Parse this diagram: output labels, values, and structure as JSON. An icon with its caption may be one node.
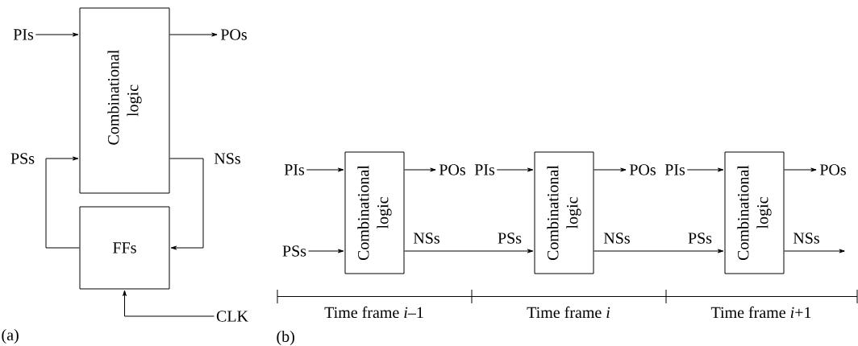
{
  "diagram": {
    "nodes": [
      {
        "text": [
          "Combinational logic"
        ]
      },
      {
        "text": [
          "FFs"
        ]
      },
      {
        "text": [
          "PIs"
        ]
      },
      {
        "text": [
          "POs"
        ]
      },
      {
        "text": [
          "CLK"
        ]
      },
      {
        "text": [
          "PIs"
        ]
      },
      {
        "text": [
          "PSs"
        ]
      },
      {
        "text": [
          "Combinational logic"
        ]
      },
      {
        "text": [
          "POs"
        ]
      },
      {
        "text": [
          "PIs"
        ]
      },
      {
        "text": [
          "Combinational logic"
        ]
      },
      {
        "text": [
          "POs"
        ]
      },
      {
        "text": [
          "PIs"
        ]
      },
      {
        "text": [
          "Combinational logic"
        ]
      },
      {
        "text": [
          "POs"
        ]
      }
    ],
    "edges": [
      {
        "from": 2,
        "to": 0,
        "arrow": "to"
      },
      {
        "from": 0,
        "to": 3,
        "arrow": "to"
      },
      {
        "from": 1,
        "to": 0,
        "arrow": "to",
        "label": "PSs"
      },
      {
        "from": 0,
        "to": 1,
        "arrow": "to",
        "label": "NSs"
      },
      {
        "from": 4,
        "to": 1,
        "arrow": "to"
      },
      {
        "from": 5,
        "to": 7,
        "arrow": "to"
      },
      {
        "from": 6,
        "to": 7,
        "arrow": "to"
      },
      {
        "from": 7,
        "to": 8,
        "arrow": "to"
      },
      {
        "from": 7,
        "to": 10,
        "arrow": "to"
      },
      {
        "from": 9,
        "to": 10,
        "arrow": "to"
      },
      {
        "from": 10,
        "to": 11,
        "arrow": "to"
      },
      {
        "from": 10,
        "to": 13,
        "arrow": "to"
      },
      {
        "from": 12,
        "to": 13,
        "arrow": "to"
      },
      {
        "from": 13,
        "to": 14,
        "arrow": "to"
      },
      {
        "from": 13,
        "to": null,
        "arrow": "to"
      }
    ],
    "labels": [
      "(a)",
      "NSs",
      "PSs",
      "NSs",
      "PSs",
      "NSs",
      "Time frame *i*–1",
      "Time frame *i*",
      "Time frame *i*+1",
      "(b)"
    ]
  }
}
